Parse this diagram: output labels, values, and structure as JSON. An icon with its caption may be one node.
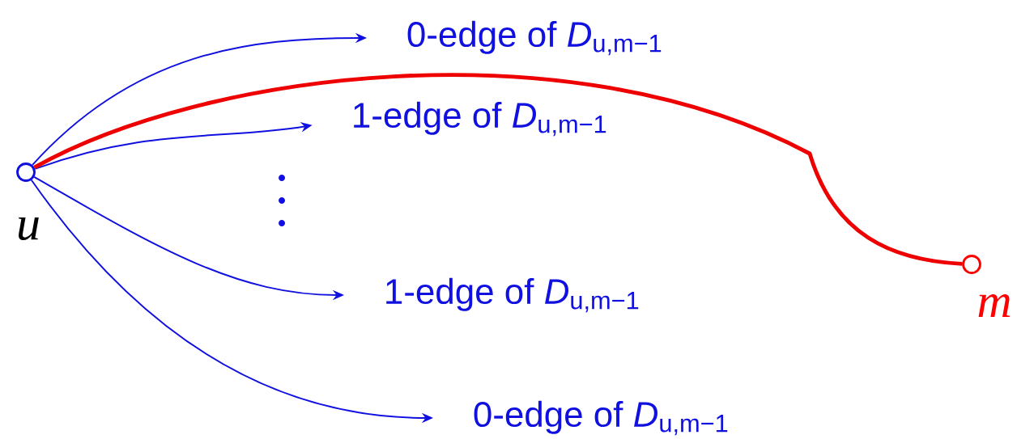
{
  "diagram": {
    "nodes": [
      {
        "text": [],
        "shape": "circle",
        "beside": [
          "u"
        ]
      },
      {
        "text": [],
        "shape": "circle",
        "beside": [
          "m"
        ]
      },
      {
        "text": [
          "0-edge of *D*$_{u,m−1}$"
        ]
      },
      {
        "text": [
          "1-edge of *D*$_{u,m−1}$"
        ]
      },
      {
        "text": [
          "1-edge of *D*$_{u,m−1}$"
        ]
      },
      {
        "text": [
          "0-edge of *D*$_{u,m−1}$"
        ]
      }
    ],
    "edges": [
      {
        "from": 0,
        "to": 2,
        "arrow": "to"
      },
      {
        "from": 0,
        "to": 3,
        "arrow": "to"
      },
      {
        "from": 0,
        "to": 4,
        "arrow": "to"
      },
      {
        "from": 0,
        "to": 5,
        "arrow": "to"
      },
      {
        "from": 0,
        "to": 1,
        "arrow": "none",
        "style": "thick",
        "color": "#ee0000"
      }
    ]
  }
}
